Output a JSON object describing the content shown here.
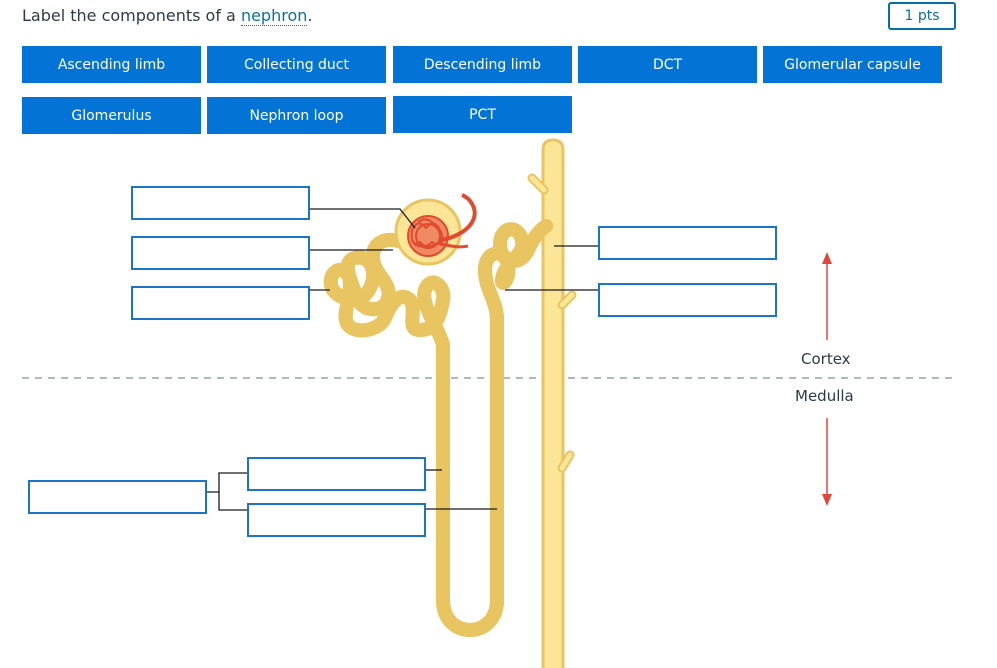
{
  "question": {
    "prefix": "Label the components of a ",
    "link": "nephron",
    "suffix": "."
  },
  "points": "1 pts",
  "chips": [
    "Ascending limb",
    "Collecting duct",
    "Descending limb",
    "DCT",
    "Glomerular capsule",
    "Glomerulus",
    "Nephron loop",
    "PCT"
  ],
  "zones": {
    "cortex": "Cortex",
    "medulla": "Medulla"
  },
  "colors": {
    "tubule_fill": "#fbe596",
    "tubule_stroke": "#e8c560",
    "vessel": "#e04a2e",
    "chip": "#0374d6",
    "dropzone_border": "#1b74c7",
    "arrow": "#e0463a"
  }
}
